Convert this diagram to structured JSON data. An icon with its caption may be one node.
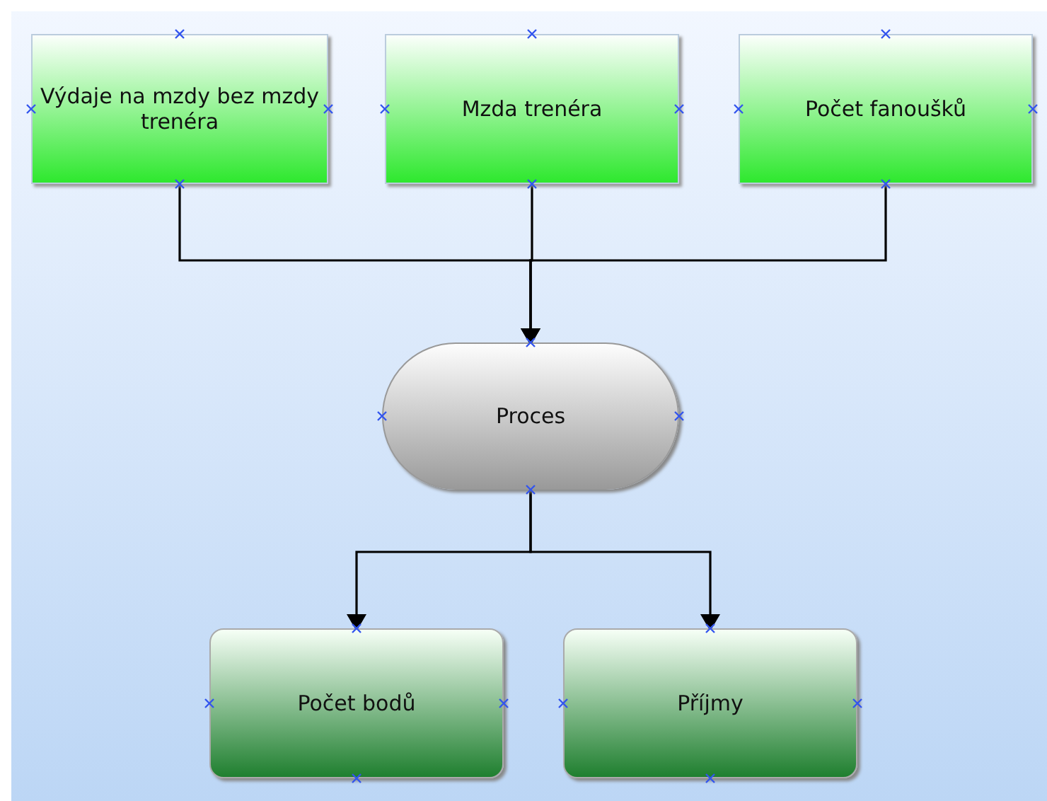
{
  "diagram": {
    "nodes": [
      {
        "text": [
          "Výdaje na mzdy bez mzdy trenéra"
        ]
      },
      {
        "text": [
          "Mzda trenéra"
        ]
      },
      {
        "text": [
          "Počet fanoušků"
        ]
      },
      {
        "text": [
          "Proces"
        ]
      },
      {
        "text": [
          "Počet bodů"
        ]
      },
      {
        "text": [
          "Příjmy"
        ]
      }
    ],
    "edges": [
      {
        "from": 0,
        "to": 3,
        "arrow": "to"
      },
      {
        "from": 1,
        "to": 3,
        "arrow": "to"
      },
      {
        "from": 2,
        "to": 3,
        "arrow": "to"
      },
      {
        "from": 3,
        "to": 4,
        "arrow": "to"
      },
      {
        "from": 3,
        "to": 5,
        "arrow": "to"
      }
    ]
  }
}
